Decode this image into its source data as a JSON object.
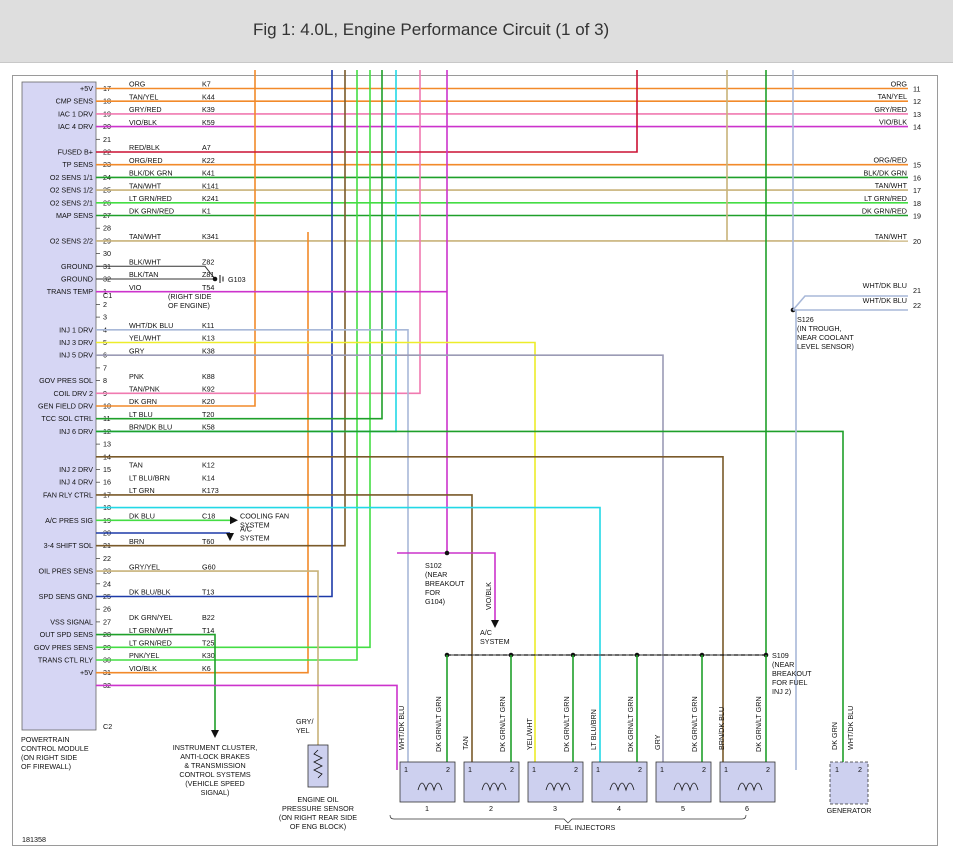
{
  "header": {
    "title": "Fig 1: 4.0L, Engine Performance Circuit (1 of 3)"
  },
  "colors": {
    "orange": "#f28a2a",
    "tan": "#c8b27a",
    "pink": "#f07ab0",
    "violet": "#cc33cc",
    "red": "#cc1133",
    "green": "#1fa02a",
    "ltgreen": "#44dd44",
    "blue": "#1d3aa8",
    "cyan": "#22d8e6",
    "yellow": "#eded2a",
    "gray": "#9b9bb5",
    "brown": "#7a5a2a",
    "white_blue": "#a8b8d8",
    "module_fill": "#d6d6f4",
    "injector_fill": "#cdd0ef"
  },
  "module": {
    "label": [
      "POWERTRAIN",
      "CONTROL MODULE",
      "(ON RIGHT SIDE",
      "OF FIREWALL)"
    ],
    "c1": "C1",
    "c2": "C2"
  },
  "pins": [
    {
      "n": "17",
      "func": "+5V",
      "color": "ORG",
      "circuit": "K7"
    },
    {
      "n": "18",
      "func": "CMP SENS",
      "color": "TAN/YEL",
      "circuit": "K44"
    },
    {
      "n": "19",
      "func": "IAC 1 DRV",
      "color": "GRY/RED",
      "circuit": "K39"
    },
    {
      "n": "20",
      "func": "IAC 4 DRV",
      "color": "VIO/BLK",
      "circuit": "K59"
    },
    {
      "n": "21",
      "func": "",
      "color": "",
      "circuit": ""
    },
    {
      "n": "22",
      "func": "FUSED B+",
      "color": "RED/BLK",
      "circuit": "A7"
    },
    {
      "n": "23",
      "func": "TP SENS",
      "color": "ORG/RED",
      "circuit": "K22"
    },
    {
      "n": "24",
      "func": "O2 SENS 1/1",
      "color": "BLK/DK GRN",
      "circuit": "K41"
    },
    {
      "n": "25",
      "func": "O2 SENS 1/2",
      "color": "TAN/WHT",
      "circuit": "K141"
    },
    {
      "n": "26",
      "func": "O2 SENS 2/1",
      "color": "LT GRN/RED",
      "circuit": "K241"
    },
    {
      "n": "27",
      "func": "MAP SENS",
      "color": "DK GRN/RED",
      "circuit": "K1"
    },
    {
      "n": "28",
      "func": "",
      "color": "",
      "circuit": ""
    },
    {
      "n": "29",
      "func": "O2 SENS 2/2",
      "color": "TAN/WHT",
      "circuit": "K341"
    },
    {
      "n": "30",
      "func": "",
      "color": "",
      "circuit": ""
    },
    {
      "n": "31",
      "func": "GROUND",
      "color": "BLK/WHT",
      "circuit": "Z82"
    },
    {
      "n": "32",
      "func": "GROUND",
      "color": "BLK/TAN",
      "circuit": "Z81"
    },
    {
      "n": "1",
      "func": "TRANS TEMP",
      "color": "VIO",
      "circuit": "T54"
    },
    {
      "n": "2",
      "func": "",
      "color": "",
      "circuit": ""
    },
    {
      "n": "3",
      "func": "",
      "color": "",
      "circuit": ""
    },
    {
      "n": "4",
      "func": "INJ 1 DRV",
      "color": "WHT/DK BLU",
      "circuit": "K11"
    },
    {
      "n": "5",
      "func": "INJ 3 DRV",
      "color": "YEL/WHT",
      "circuit": "K13"
    },
    {
      "n": "6",
      "func": "INJ 5 DRV",
      "color": "GRY",
      "circuit": "K38"
    },
    {
      "n": "7",
      "func": "",
      "color": "",
      "circuit": ""
    },
    {
      "n": "8",
      "func": "GOV PRES SOL",
      "color": "PNK",
      "circuit": "K88"
    },
    {
      "n": "9",
      "func": "COIL DRV 2",
      "color": "TAN/PNK",
      "circuit": "K92"
    },
    {
      "n": "10",
      "func": "GEN FIELD DRV",
      "color": "DK GRN",
      "circuit": "K20"
    },
    {
      "n": "11",
      "func": "TCC SOL CTRL",
      "color": "LT BLU",
      "circuit": "T20"
    },
    {
      "n": "12",
      "func": "INJ 6 DRV",
      "color": "BRN/DK BLU",
      "circuit": "K58"
    },
    {
      "n": "13",
      "func": "",
      "color": "",
      "circuit": ""
    },
    {
      "n": "14",
      "func": "",
      "color": "",
      "circuit": ""
    },
    {
      "n": "15",
      "func": "INJ 2 DRV",
      "color": "TAN",
      "circuit": "K12"
    },
    {
      "n": "16",
      "func": "INJ 4 DRV",
      "color": "LT BLU/BRN",
      "circuit": "K14"
    },
    {
      "n": "17",
      "func": "FAN RLY CTRL",
      "color": "LT GRN",
      "circuit": "K173"
    },
    {
      "n": "18",
      "func": "",
      "color": "",
      "circuit": ""
    },
    {
      "n": "19",
      "func": "A/C PRES SIG",
      "color": "DK BLU",
      "circuit": "C18"
    },
    {
      "n": "20",
      "func": "",
      "color": "",
      "circuit": ""
    },
    {
      "n": "21",
      "func": "3-4 SHIFT SOL",
      "color": "BRN",
      "circuit": "T60"
    },
    {
      "n": "22",
      "func": "",
      "color": "",
      "circuit": ""
    },
    {
      "n": "23",
      "func": "OIL PRES SENS",
      "color": "GRY/YEL",
      "circuit": "G60"
    },
    {
      "n": "24",
      "func": "",
      "color": "",
      "circuit": ""
    },
    {
      "n": "25",
      "func": "SPD SENS GND",
      "color": "DK BLU/BLK",
      "circuit": "T13"
    },
    {
      "n": "26",
      "func": "",
      "color": "",
      "circuit": ""
    },
    {
      "n": "27",
      "func": "VSS SIGNAL",
      "color": "DK GRN/YEL",
      "circuit": "B22"
    },
    {
      "n": "28",
      "func": "OUT SPD SENS",
      "color": "LT GRN/WHT",
      "circuit": "T14"
    },
    {
      "n": "29",
      "func": "GOV PRES SENS",
      "color": "LT GRN/RED",
      "circuit": "T25"
    },
    {
      "n": "30",
      "func": "TRANS CTL RLY",
      "color": "PNK/YEL",
      "circuit": "K30"
    },
    {
      "n": "31",
      "func": "+5V",
      "color": "VIO/BLK",
      "circuit": "K6"
    },
    {
      "n": "32",
      "func": "",
      "color": "",
      "circuit": ""
    }
  ],
  "right_connector": [
    {
      "n": "11",
      "color": "ORG"
    },
    {
      "n": "12",
      "color": "TAN/YEL"
    },
    {
      "n": "13",
      "color": "GRY/RED"
    },
    {
      "n": "14",
      "color": "VIO/BLK"
    },
    {
      "n": "15",
      "color": "ORG/RED"
    },
    {
      "n": "16",
      "color": "BLK/DK GRN"
    },
    {
      "n": "17",
      "color": "TAN/WHT"
    },
    {
      "n": "18",
      "color": "LT GRN/RED"
    },
    {
      "n": "19",
      "color": "DK GRN/RED"
    },
    {
      "n": "20",
      "color": "TAN/WHT"
    },
    {
      "n": "21",
      "color": "WHT/DK BLU"
    },
    {
      "n": "22",
      "color": "WHT/DK BLU"
    }
  ],
  "ground": {
    "name": "G103",
    "note": [
      "(RIGHT SIDE",
      "OF ENGINE)"
    ]
  },
  "splices": {
    "s126": [
      "S126",
      "(IN TROUGH,",
      "NEAR COOLANT",
      "LEVEL SENSOR)"
    ],
    "s102": [
      "S102",
      "(NEAR",
      "BREAKOUT",
      "FOR",
      "G104)"
    ],
    "s109": [
      "S109",
      "(NEAR",
      "BREAKOUT",
      "FOR FUEL",
      "INJ 2)"
    ]
  },
  "outputs": {
    "cooling_fan": [
      "COOLING FAN",
      "SYSTEM"
    ],
    "ac_system": [
      "A/C",
      "SYSTEM"
    ],
    "ac_system_2": [
      "A/C",
      "SYSTEM"
    ],
    "vio_blk_label": "VIO/BLK",
    "cluster": [
      "INSTRUMENT CLUSTER,",
      "ANTI-LOCK BRAKES",
      "& TRANSMISSION",
      "CONTROL SYSTEMS",
      "(VEHICLE SPEED",
      "SIGNAL)"
    ]
  },
  "oil_sensor": {
    "wire": [
      "GRY/",
      "YEL"
    ],
    "label": [
      "ENGINE OIL",
      "PRESSURE SENSOR",
      "(ON RIGHT REAR SIDE",
      "OF ENG BLOCK)"
    ]
  },
  "injectors": {
    "label": "FUEL INJECTORS",
    "items": [
      {
        "num": "1",
        "wire_a": "WHT/DK BLU",
        "wire_b": "DK GRN/LT GRN"
      },
      {
        "num": "2",
        "wire_a": "TAN",
        "wire_b": "DK GRN/LT GRN"
      },
      {
        "num": "3",
        "wire_a": "YEL/WHT",
        "wire_b": "DK GRN/LT GRN"
      },
      {
        "num": "4",
        "wire_a": "LT BLU/BRN",
        "wire_b": "DK GRN/LT GRN"
      },
      {
        "num": "5",
        "wire_a": "GRY",
        "wire_b": "DK GRN/LT GRN"
      },
      {
        "num": "6",
        "wire_a": "BRN/DK BLU",
        "wire_b": "DK GRN/LT GRN"
      }
    ]
  },
  "generator": {
    "label": "GENERATOR",
    "wires": [
      "DK GRN",
      "WHT/DK BLU"
    ]
  },
  "footer": {
    "ref": "181358"
  }
}
